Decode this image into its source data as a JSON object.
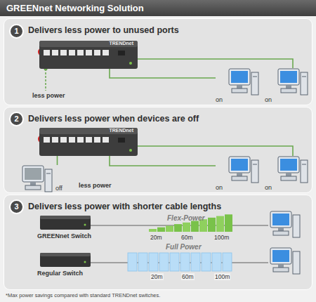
{
  "diagram": {
    "title": "GREENnet Networking Solution",
    "caption": "*Max power savings compared with standard TRENDnet switches.",
    "nodes": [
      {
        "text": [
          "Delivers less power to unused ports"
        ]
      },
      {
        "text": [
          "1"
        ],
        "in": 0
      },
      {
        "text": [
          "TRENDnet"
        ],
        "in": 0
      },
      {
        "text": [
          "on"
        ],
        "in": 0
      },
      {
        "text": [
          "on"
        ],
        "in": 0
      },
      {
        "text": [
          "Delivers less power when devices are off"
        ]
      },
      {
        "text": [
          "2"
        ],
        "in": 5
      },
      {
        "text": [
          "TRENDnet"
        ],
        "in": 5
      },
      {
        "text": [
          "off"
        ],
        "in": 5
      },
      {
        "text": [
          "on"
        ],
        "in": 5
      },
      {
        "text": [
          "on"
        ],
        "in": 5
      },
      {
        "text": [
          "Delivers less power with shorter cable lengths"
        ]
      },
      {
        "text": [
          "3"
        ],
        "in": 11
      },
      {
        "text": [
          "GREENnet Switch"
        ],
        "in": 11
      },
      {
        "text": [
          "Regular Switch"
        ],
        "in": 11
      }
    ],
    "edges": [
      {
        "from": 2,
        "to": 3,
        "arrow": "none"
      },
      {
        "from": 2,
        "to": 4,
        "arrow": "none"
      },
      {
        "from": 7,
        "to": 8,
        "arrow": "none"
      },
      {
        "from": 7,
        "to": 9,
        "arrow": "none"
      },
      {
        "from": 7,
        "to": 10,
        "arrow": "none"
      }
    ],
    "labels": [
      "less power",
      "less power",
      "Flex-Power",
      "20m",
      "60m",
      "100m",
      "Full Power",
      "20m",
      "60m",
      "100m"
    ]
  }
}
